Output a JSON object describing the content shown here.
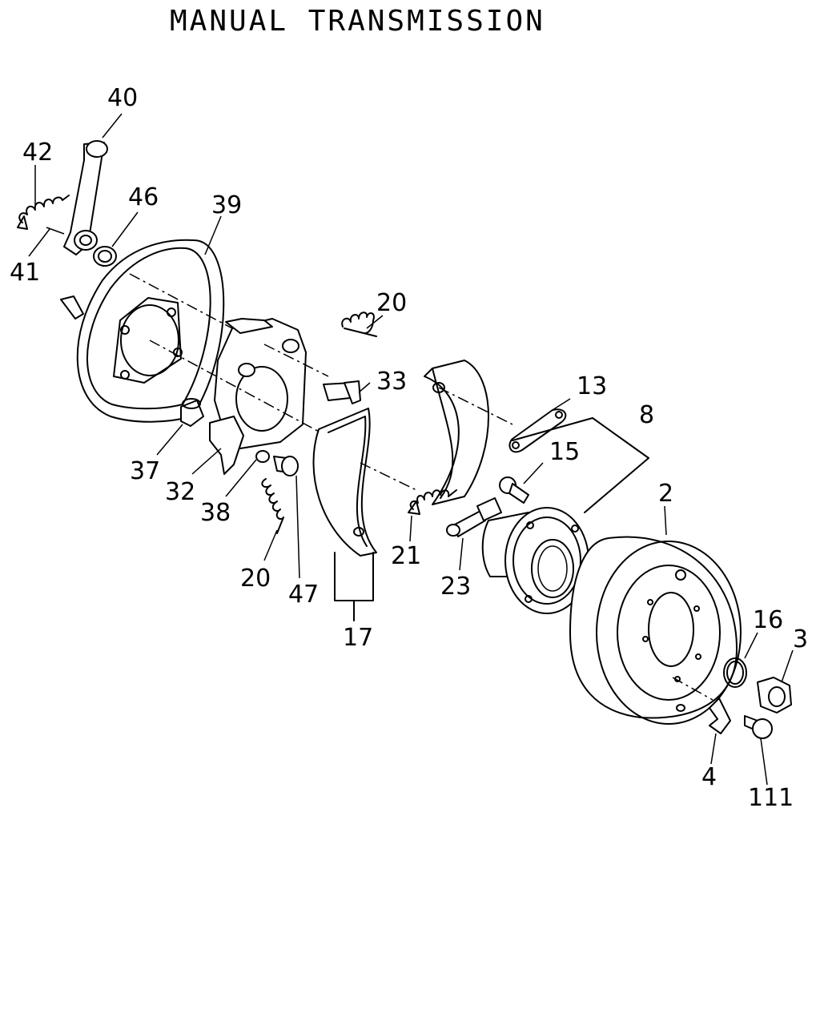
{
  "title": "MANUAL TRANSMISSION",
  "callouts": {
    "c40": "40",
    "c42": "42",
    "c46": "46",
    "c39": "39",
    "c41": "41",
    "c20a": "20",
    "c33": "33",
    "c13": "13",
    "c8": "8",
    "c15": "15",
    "c37": "37",
    "c32": "32",
    "c38": "38",
    "c20b": "20",
    "c47": "47",
    "c21": "21",
    "c23": "23",
    "c17": "17",
    "c2": "2",
    "c16": "16",
    "c3": "3",
    "c4": "4",
    "c111": "111"
  }
}
